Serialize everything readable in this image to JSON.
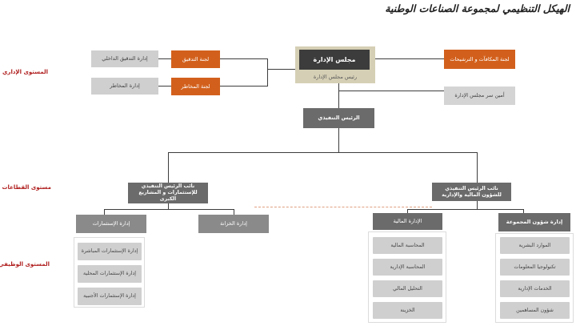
{
  "title": "الهيكل التنظيمي لمجموعة الصناعات الوطنية",
  "levels": {
    "administrative": "المستوى الإداري",
    "sectors": "مستوى القطاعات",
    "functional": "المستوى الوظيفي"
  },
  "board": {
    "title": "مجلس الإدارة",
    "subtitle": "رئيس مجلس الإدارة"
  },
  "committees": {
    "audit": "لجنة التدقيق",
    "risk": "لجنة المخاطر",
    "rewards": "لجنة المكافآت و الترشيحات"
  },
  "units": {
    "internal_audit": "إدارة التدقيق الداخلي",
    "risk_management": "إدارة المخاطر",
    "board_secretary": "أمين سر مجلس الإدارة"
  },
  "ceo": "الرئيس التنفيذي",
  "deputies": {
    "investments": "نائب الرئيس التنفيذي للإستثمارات و المشاريع الكبرى",
    "finance_admin": "نائب الرئيس التنفيذي للشؤون المالية والإدارية"
  },
  "departments": {
    "investments": "إدارة الإستثمارات",
    "treasury": "إدارة الخزانة",
    "finance": "الإدارة المالية",
    "group_affairs": "إدارة شؤون المجموعة"
  },
  "investments_items": [
    "إدارة الإستثمارات المباشرة",
    "إدارة الإستثمارات المحلية",
    "إدارة الإستثمارات الأجنبية"
  ],
  "finance_items": [
    "المحاسبة المالية",
    "المحاسبة الإدارية",
    "التحليل المالي",
    "الخزينة"
  ],
  "group_items": [
    "الموارد البشرية",
    "تكنولوجيا المعلومات",
    "الخدمات الإدارية",
    "شؤون المساهمين"
  ],
  "colors": {
    "accent": "#d2601c",
    "dark": "#3f3f3f",
    "level_label": "#b01e1e",
    "dashed": "#e0a080"
  }
}
